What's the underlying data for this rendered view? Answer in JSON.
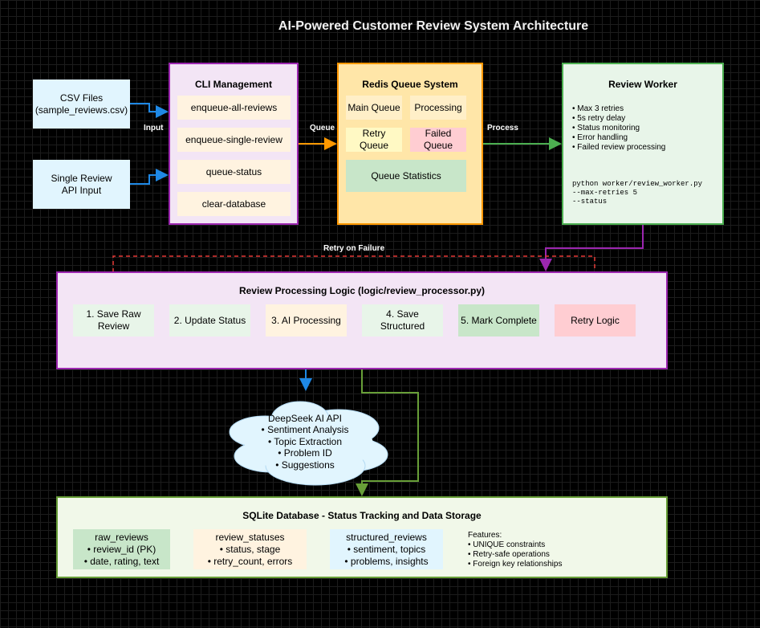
{
  "title": "AI-Powered Customer Review System Architecture",
  "inputs": {
    "csv": "CSV Files\n(sample_reviews.csv)",
    "single": "Single Review\nAPI Input",
    "edge_label": "Input"
  },
  "cli": {
    "title": "CLI Management",
    "items": [
      "enqueue-all-reviews",
      "enqueue-single-review",
      "queue-status",
      "clear-database"
    ],
    "edge_label": "Queue"
  },
  "redis": {
    "title": "Redis Queue System",
    "main_queue": "Main Queue",
    "processing": "Processing",
    "retry_queue": "Retry\nQueue",
    "failed_queue": "Failed\nQueue",
    "stats": "Queue Statistics",
    "edge_label": "Process"
  },
  "worker": {
    "title": "Review Worker",
    "features": "• Max 3 retries\n• 5s retry delay\n• Status monitoring\n• Error handling\n• Failed review processing",
    "command": "python worker/review_worker.py\n--max-retries 5\n--status"
  },
  "retry_label": "Retry on Failure",
  "logic": {
    "title": "Review Processing Logic (logic/review_processor.py)",
    "steps": [
      "1. Save Raw\nReview",
      "2. Update Status",
      "3. AI Processing",
      "4. Save\nStructured",
      "5. Mark Complete",
      "Retry Logic"
    ]
  },
  "ai": {
    "text": "DeepSeek AI API\n• Sentiment Analysis\n• Topic Extraction\n• Problem ID\n• Suggestions"
  },
  "db": {
    "title": "SQLite Database - Status Tracking and Data Storage",
    "tables": [
      "raw_reviews\n• review_id (PK)\n• date, rating, text",
      "review_statuses\n• status, stage\n• retry_count, errors",
      "structured_reviews\n• sentiment, topics\n• problems, insights"
    ],
    "features": "Features:\n• UNIQUE constraints\n• Retry-safe operations\n• Foreign key relationships"
  },
  "colors": {
    "input_fill": "#e1f5fe",
    "cli_border": "#9c27b0",
    "cli_fill": "#f3e5f5",
    "cli_item": "#fff3e0",
    "redis_border": "#ff9800",
    "redis_fill": "#ffe6a8",
    "retry_fill": "#fff9c4",
    "failed_fill": "#ffcdd2",
    "stats_fill": "#c8e6c9",
    "worker_border": "#4caf50",
    "worker_fill": "#e8f5e9",
    "logic_border": "#9c27b0",
    "logic_fill": "#f3e5f5",
    "db_border": "#689f38",
    "db_fill": "#f1f8e9",
    "blue": "#1e88e5",
    "orange": "#ff9800",
    "green": "#4caf50",
    "purple": "#9c27b0",
    "red": "#e53935",
    "olive": "#689f38"
  }
}
